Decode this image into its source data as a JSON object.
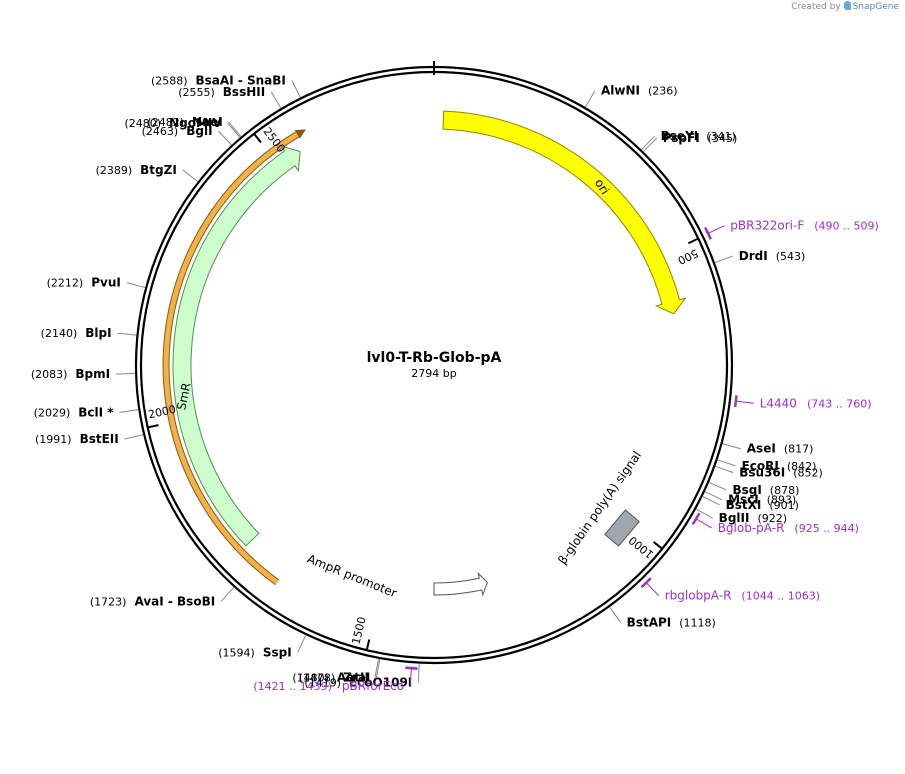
{
  "credit": {
    "prefix": "Created by",
    "brand": "SnapGene"
  },
  "plasmid": {
    "name": "lvl0-T-Rb-Glob-pA",
    "length_label": "2794 bp",
    "length": 2794
  },
  "ticks": [
    {
      "label": "500",
      "pos": 500
    },
    {
      "label": "1000",
      "pos": 1000
    },
    {
      "label": "1500",
      "pos": 1500
    },
    {
      "label": "2000",
      "pos": 2000
    },
    {
      "label": "2500",
      "pos": 2500
    }
  ],
  "features": [
    {
      "name": "ori",
      "start": 17,
      "end": 605,
      "strand": 1,
      "color": "#ffff00",
      "stroke": "#8a8a00"
    },
    {
      "name": "SmR",
      "start": 1755,
      "end": 2545,
      "strand": 1,
      "color": "#ccffcc",
      "stroke": "#5a8a5a"
    },
    {
      "name": "AmpR promoter",
      "start": 1290,
      "end": 1397,
      "strand": -1,
      "color": "#ffffff",
      "stroke": "#555555"
    },
    {
      "name": "β-globin poly(A) signal",
      "start": 940,
      "end": 980,
      "strand": 0,
      "color": "#a0a6b0",
      "stroke": "#555555"
    }
  ],
  "orange_arc": {
    "start": 1675,
    "end": 2556,
    "color": "#f2b24a"
  },
  "sites": [
    {
      "name": "AlwNI",
      "pos_text": "(236)",
      "pos": 236
    },
    {
      "name": "BseYI",
      "pos_text": "(341)",
      "pos": 341
    },
    {
      "name": "PspFI",
      "pos_text": "(345)",
      "pos": 345
    },
    {
      "name": "DrdI",
      "pos_text": "(543)",
      "pos": 543
    },
    {
      "name": "AseI",
      "pos_text": "(817)",
      "pos": 817
    },
    {
      "name": "EcoRI",
      "pos_text": "(842)",
      "pos": 842
    },
    {
      "name": "Bsu36I",
      "pos_text": "(852)",
      "pos": 852
    },
    {
      "name": "BsgI",
      "pos_text": "(878)",
      "pos": 878
    },
    {
      "name": "MscI",
      "pos_text": "(893)",
      "pos": 893
    },
    {
      "name": "BstXI",
      "pos_text": "(901)",
      "pos": 901
    },
    {
      "name": "BglII",
      "pos_text": "(922)",
      "pos": 922
    },
    {
      "name": "BstAPI",
      "pos_text": "(1118)",
      "pos": 1118
    },
    {
      "name": "EcoO109I",
      "pos_text": "(1419)",
      "pos": 1419
    },
    {
      "name": "ZraI",
      "pos_text": "(1478)",
      "pos": 1478
    },
    {
      "name": "AatII",
      "pos_text": "(1480)",
      "pos": 1480
    },
    {
      "name": "SspI",
      "pos_text": "(1594)",
      "pos": 1594
    },
    {
      "name": "AvaI - BsoBI",
      "pos_text": "(1723)",
      "pos": 1723
    },
    {
      "name": "BstEII",
      "pos_text": "(1991)",
      "pos": 1991
    },
    {
      "name": "BclI *",
      "pos_text": "(2029)",
      "pos": 2029
    },
    {
      "name": "BpmI",
      "pos_text": "(2083)",
      "pos": 2083
    },
    {
      "name": "BlpI",
      "pos_text": "(2140)",
      "pos": 2140
    },
    {
      "name": "PvuI",
      "pos_text": "(2212)",
      "pos": 2212
    },
    {
      "name": "BtgZI",
      "pos_text": "(2389)",
      "pos": 2389
    },
    {
      "name": "BglI",
      "pos_text": "(2463)",
      "pos": 2463
    },
    {
      "name": "NgoMIV",
      "pos_text": "(2480)",
      "pos": 2480
    },
    {
      "name": "NaeI",
      "pos_text": "(2482)",
      "pos": 2482
    },
    {
      "name": "BssHII",
      "pos_text": "(2555)",
      "pos": 2555
    },
    {
      "name": "BsaAI - SnaBI",
      "pos_text": "(2588)",
      "pos": 2588
    }
  ],
  "primers": [
    {
      "name": "pBR322ori-F",
      "range": "(490 .. 509)",
      "start": 490,
      "end": 509
    },
    {
      "name": "L4440",
      "range": "(743 .. 760)",
      "start": 743,
      "end": 760
    },
    {
      "name": "Bglob-pA-R",
      "range": "(925 .. 944)",
      "start": 925,
      "end": 944
    },
    {
      "name": "rbglobpA-R",
      "range": "(1044 .. 1063)",
      "start": 1044,
      "end": 1063
    },
    {
      "name": "pBRforEco",
      "range": "(1421 .. 1439)",
      "start": 1421,
      "end": 1439
    }
  ]
}
